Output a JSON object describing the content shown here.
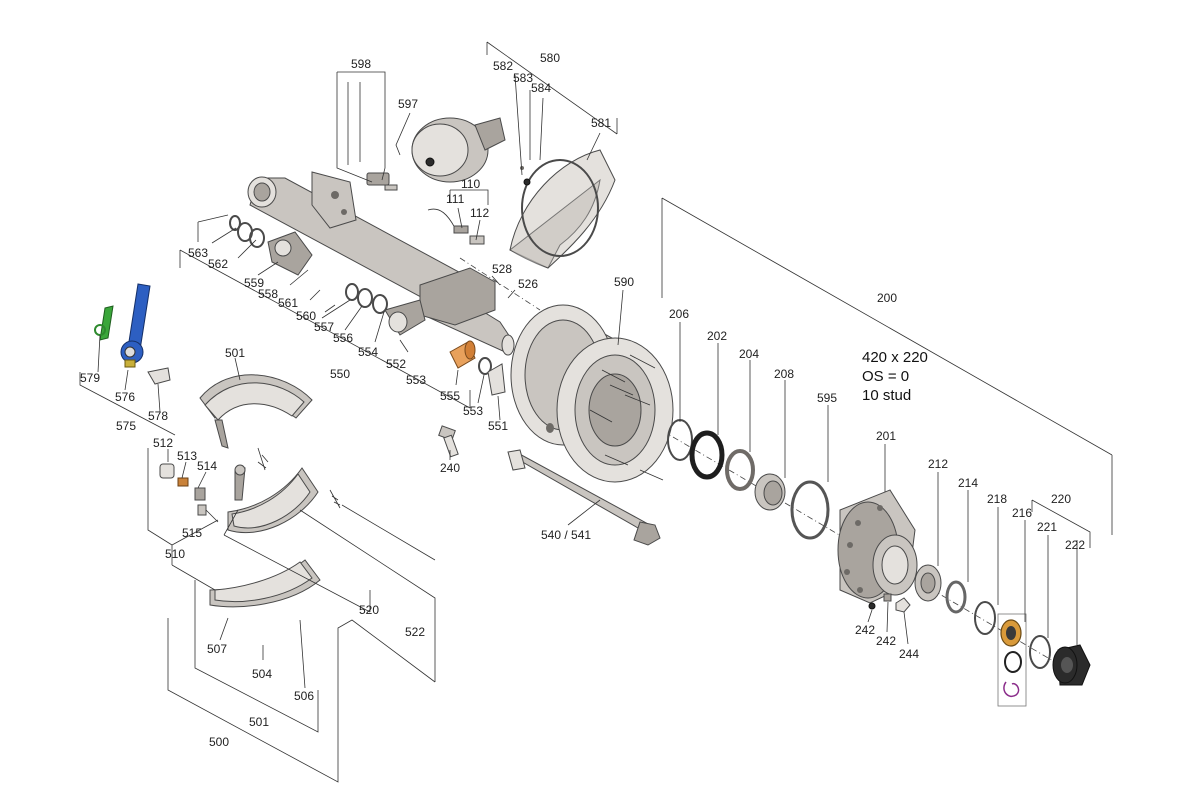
{
  "diagram": {
    "spec_lines": [
      "420 x 220",
      "OS = 0",
      "10 stud"
    ],
    "labels": [
      {
        "id": "598",
        "text": "598"
      },
      {
        "id": "597",
        "text": "597"
      },
      {
        "id": "580",
        "text": "580"
      },
      {
        "id": "582",
        "text": "582"
      },
      {
        "id": "583",
        "text": "583"
      },
      {
        "id": "584",
        "text": "584"
      },
      {
        "id": "581",
        "text": "581"
      },
      {
        "id": "110",
        "text": "110"
      },
      {
        "id": "111",
        "text": "111"
      },
      {
        "id": "112",
        "text": "112"
      },
      {
        "id": "563",
        "text": "563"
      },
      {
        "id": "562",
        "text": "562"
      },
      {
        "id": "559",
        "text": "559"
      },
      {
        "id": "558",
        "text": "558"
      },
      {
        "id": "561",
        "text": "561"
      },
      {
        "id": "560",
        "text": "560"
      },
      {
        "id": "557",
        "text": "557"
      },
      {
        "id": "556",
        "text": "556"
      },
      {
        "id": "554",
        "text": "554"
      },
      {
        "id": "552",
        "text": "552"
      },
      {
        "id": "553a",
        "text": "553"
      },
      {
        "id": "550",
        "text": "550"
      },
      {
        "id": "528",
        "text": "528"
      },
      {
        "id": "526",
        "text": "526"
      },
      {
        "id": "590",
        "text": "590"
      },
      {
        "id": "206",
        "text": "206"
      },
      {
        "id": "202",
        "text": "202"
      },
      {
        "id": "204",
        "text": "204"
      },
      {
        "id": "208",
        "text": "208"
      },
      {
        "id": "595",
        "text": "595"
      },
      {
        "id": "200",
        "text": "200"
      },
      {
        "id": "201",
        "text": "201"
      },
      {
        "id": "212",
        "text": "212"
      },
      {
        "id": "214",
        "text": "214"
      },
      {
        "id": "218",
        "text": "218"
      },
      {
        "id": "216",
        "text": "216"
      },
      {
        "id": "220",
        "text": "220"
      },
      {
        "id": "221",
        "text": "221"
      },
      {
        "id": "222",
        "text": "222"
      },
      {
        "id": "242a",
        "text": "242"
      },
      {
        "id": "242b",
        "text": "242"
      },
      {
        "id": "244",
        "text": "244"
      },
      {
        "id": "555",
        "text": "555"
      },
      {
        "id": "553b",
        "text": "553"
      },
      {
        "id": "551",
        "text": "551"
      },
      {
        "id": "240",
        "text": "240"
      },
      {
        "id": "540",
        "text": "540 / 541"
      },
      {
        "id": "579",
        "text": "579"
      },
      {
        "id": "576",
        "text": "576"
      },
      {
        "id": "578",
        "text": "578"
      },
      {
        "id": "575",
        "text": "575"
      },
      {
        "id": "501a",
        "text": "501"
      },
      {
        "id": "512",
        "text": "512"
      },
      {
        "id": "513",
        "text": "513"
      },
      {
        "id": "514",
        "text": "514"
      },
      {
        "id": "515",
        "text": "515"
      },
      {
        "id": "510",
        "text": "510"
      },
      {
        "id": "520",
        "text": "520"
      },
      {
        "id": "522",
        "text": "522"
      },
      {
        "id": "507",
        "text": "507"
      },
      {
        "id": "504",
        "text": "504"
      },
      {
        "id": "506",
        "text": "506"
      },
      {
        "id": "501b",
        "text": "501"
      },
      {
        "id": "500",
        "text": "500"
      }
    ]
  }
}
